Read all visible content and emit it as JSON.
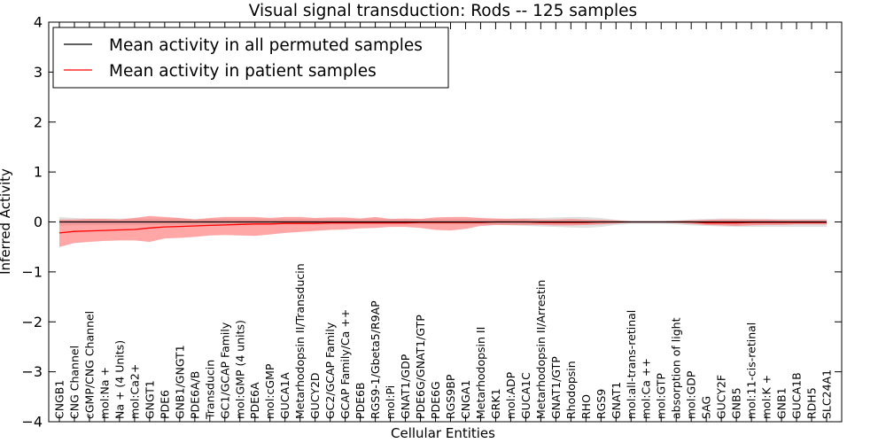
{
  "chart_data": {
    "type": "line",
    "title": "Visual signal transduction: Rods -- 125 samples",
    "xlabel": "Cellular Entities",
    "ylabel": "Inferred Activity",
    "ylim": [
      -4,
      4
    ],
    "yticks": [
      4,
      3,
      2,
      1,
      0,
      -1,
      -2,
      -3,
      -4
    ],
    "ytick_labels": [
      "4",
      "3",
      "2",
      "1",
      "0",
      "−1",
      "−2",
      "−3",
      "−4"
    ],
    "grid": false,
    "legend_position": "top-left",
    "categories": [
      "CNGB1",
      "CNG Channel",
      "cGMP/CNG Channel",
      "mol:Na +",
      "Na + (4 Units)",
      "mol:Ca2+",
      "GNGT1",
      "PDE6",
      "GNB1/GNGT1",
      "PDE6A/B",
      "Transducin",
      "GC1/GCAP Family",
      "mol:GMP (4 units)",
      "PDE6A",
      "mol:cGMP",
      "GUCA1A",
      "Metarhodopsin II/Transducin",
      "GUCY2D",
      "GC2/GCAP Family",
      "GCAP Family/Ca ++",
      "PDE6B",
      "RGS9-1/Gbeta5/R9AP",
      "mol:Pi",
      "GNAT1/GDP",
      "PDE6G/GNAT1/GTP",
      "PDE6G",
      "RGS9BP",
      "CNGA1",
      "Metarhodopsin II",
      "GRK1",
      "mol:ADP",
      "GUCA1C",
      "Metarhodopsin II/Arrestin",
      "GNAT1/GTP",
      "Rhodopsin",
      "RHO",
      "RGS9",
      "GNAT1",
      "mol:all-trans-retinal",
      "mol:Ca ++",
      "mol:GTP",
      "absorption of light",
      "mol:GDP",
      "SAG",
      "GUCY2F",
      "GNB5",
      "mol:11-cis-retinal",
      "mol:K +",
      "GNB1",
      "GUCA1B",
      "RDH5",
      "SLC24A1"
    ],
    "series": [
      {
        "name": "Mean activity in all permuted samples",
        "color": "#000000",
        "values": [
          0,
          0,
          0,
          0,
          0,
          0,
          0,
          0,
          0,
          0,
          0,
          0,
          0,
          0,
          0,
          0,
          0,
          0,
          0,
          0,
          0,
          0,
          0,
          0,
          0,
          0,
          0,
          0,
          0,
          0,
          0,
          0,
          0,
          0,
          0,
          0,
          0,
          0,
          0,
          0,
          0,
          0,
          0,
          0,
          0,
          0,
          0,
          0,
          0,
          0,
          0,
          0
        ],
        "band_lower": [
          -0.08,
          -0.07,
          -0.07,
          -0.07,
          -0.07,
          -0.07,
          -0.06,
          -0.06,
          -0.06,
          -0.06,
          -0.06,
          -0.06,
          -0.06,
          -0.05,
          -0.05,
          -0.05,
          -0.05,
          -0.05,
          -0.05,
          -0.05,
          -0.05,
          -0.05,
          -0.05,
          -0.05,
          -0.05,
          -0.05,
          -0.05,
          -0.05,
          -0.05,
          -0.06,
          -0.07,
          -0.08,
          -0.09,
          -0.1,
          -0.11,
          -0.12,
          -0.1,
          -0.06,
          -0.04,
          -0.04,
          -0.04,
          -0.05,
          -0.07,
          -0.08,
          -0.09,
          -0.1,
          -0.1,
          -0.1,
          -0.1,
          -0.1,
          -0.1,
          -0.1
        ],
        "band_upper": [
          0.1,
          0.08,
          0.07,
          0.07,
          0.07,
          0.07,
          0.07,
          0.07,
          0.07,
          0.06,
          0.06,
          0.06,
          0.06,
          0.06,
          0.06,
          0.06,
          0.06,
          0.06,
          0.06,
          0.06,
          0.06,
          0.06,
          0.06,
          0.06,
          0.06,
          0.06,
          0.06,
          0.06,
          0.06,
          0.06,
          0.07,
          0.08,
          0.08,
          0.09,
          0.1,
          0.1,
          0.08,
          0.04,
          0.02,
          0.02,
          0.02,
          0.03,
          0.05,
          0.06,
          0.07,
          0.07,
          0.06,
          0.06,
          0.06,
          0.06,
          0.06,
          0.06
        ]
      },
      {
        "name": "Mean activity in patient samples",
        "color": "#ff0000",
        "values": [
          -0.22,
          -0.19,
          -0.18,
          -0.17,
          -0.16,
          -0.15,
          -0.12,
          -0.1,
          -0.09,
          -0.08,
          -0.07,
          -0.06,
          -0.05,
          -0.04,
          -0.04,
          -0.03,
          -0.03,
          -0.03,
          -0.02,
          -0.02,
          -0.02,
          -0.02,
          -0.02,
          -0.02,
          -0.01,
          -0.01,
          -0.01,
          -0.01,
          -0.01,
          0,
          0,
          0,
          -0.01,
          -0.01,
          -0.01,
          -0.01,
          0,
          0,
          0,
          0,
          0,
          0,
          0,
          -0.02,
          -0.02,
          -0.02,
          -0.01,
          -0.01,
          -0.01,
          -0.01,
          -0.01,
          -0.01
        ],
        "band_lower": [
          -0.5,
          -0.42,
          -0.4,
          -0.38,
          -0.37,
          -0.37,
          -0.4,
          -0.33,
          -0.32,
          -0.3,
          -0.27,
          -0.26,
          -0.27,
          -0.28,
          -0.25,
          -0.22,
          -0.2,
          -0.18,
          -0.16,
          -0.15,
          -0.13,
          -0.12,
          -0.1,
          -0.1,
          -0.12,
          -0.16,
          -0.17,
          -0.14,
          -0.08,
          -0.06,
          -0.06,
          -0.06,
          -0.06,
          -0.07,
          -0.07,
          -0.06,
          -0.05,
          -0.03,
          -0.01,
          -0.01,
          -0.01,
          -0.02,
          -0.04,
          -0.06,
          -0.07,
          -0.08,
          -0.07,
          -0.06,
          -0.06,
          -0.05,
          -0.05,
          -0.05
        ],
        "band_upper": [
          0.05,
          0.05,
          0.06,
          0.06,
          0.05,
          0.08,
          0.12,
          0.1,
          0.08,
          0.05,
          0.08,
          0.1,
          0.1,
          0.1,
          0.08,
          0.1,
          0.1,
          0.08,
          0.09,
          0.09,
          0.07,
          0.1,
          0.06,
          0.07,
          0.06,
          0.09,
          0.1,
          0.1,
          0.08,
          0.07,
          0.06,
          0.06,
          0.05,
          0.05,
          0.06,
          0.05,
          0.04,
          0.03,
          0.01,
          0.01,
          0.01,
          0.02,
          0.03,
          0.04,
          0.05,
          0.05,
          0.05,
          0.05,
          0.04,
          0.04,
          0.04,
          0.04
        ]
      }
    ],
    "band_colors": {
      "permuted": "#bdbdbd",
      "patient": "#ff6b6b"
    }
  }
}
